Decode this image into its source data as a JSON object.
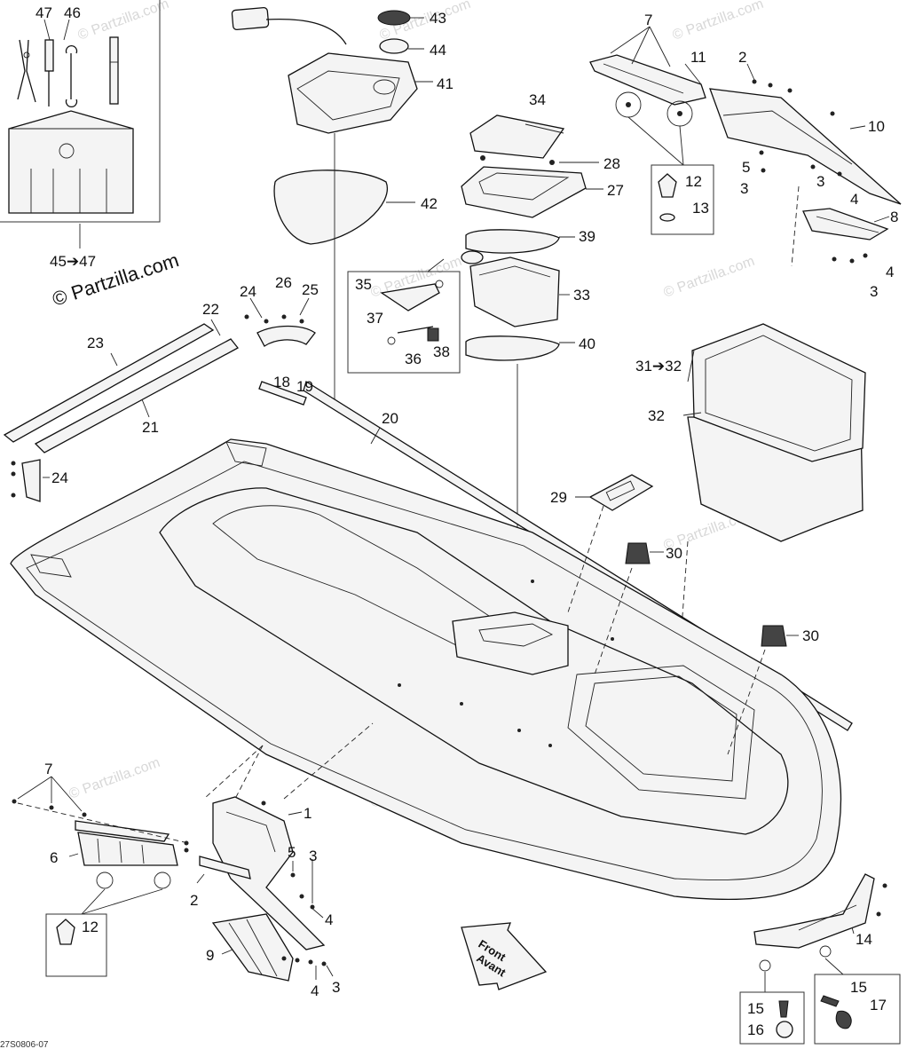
{
  "diagram": {
    "watermark": "© Partzilla.com",
    "copyright_label": "© Partzilla.com",
    "doc_code": "27S0806-07",
    "front_label_line1": "Front",
    "front_label_line2": "Avant",
    "callouts": {
      "c1": "1",
      "c2a": "2",
      "c2b": "2",
      "c3a": "3",
      "c3b": "3",
      "c3c": "3",
      "c3d": "3",
      "c3e": "3",
      "c4a": "4",
      "c4b": "4",
      "c4c": "4",
      "c4d": "4",
      "c5a": "5",
      "c5b": "5",
      "c6": "6",
      "c7a": "7",
      "c7b": "7",
      "c8": "8",
      "c9": "9",
      "c10": "10",
      "c11": "11",
      "c12a": "12",
      "c12b": "12",
      "c13": "13",
      "c14": "14",
      "c15a": "15",
      "c15b": "15",
      "c16": "16",
      "c17": "17",
      "c18": "18",
      "c19": "19",
      "c20": "20",
      "c21": "21",
      "c22": "22",
      "c23": "23",
      "c24a": "24",
      "c24b": "24",
      "c25": "25",
      "c26": "26",
      "c27": "27",
      "c28": "28",
      "c29": "29",
      "c30a": "30",
      "c30b": "30",
      "c31_32": "31➔32",
      "c32": "32",
      "c33": "33",
      "c34": "34",
      "c35": "35",
      "c36": "36",
      "c37": "37",
      "c38": "38",
      "c39": "39",
      "c40": "40",
      "c41": "41",
      "c42": "42",
      "c43": "43",
      "c44": "44",
      "c45_47": "45➔47",
      "c46": "46",
      "c47": "47"
    }
  }
}
